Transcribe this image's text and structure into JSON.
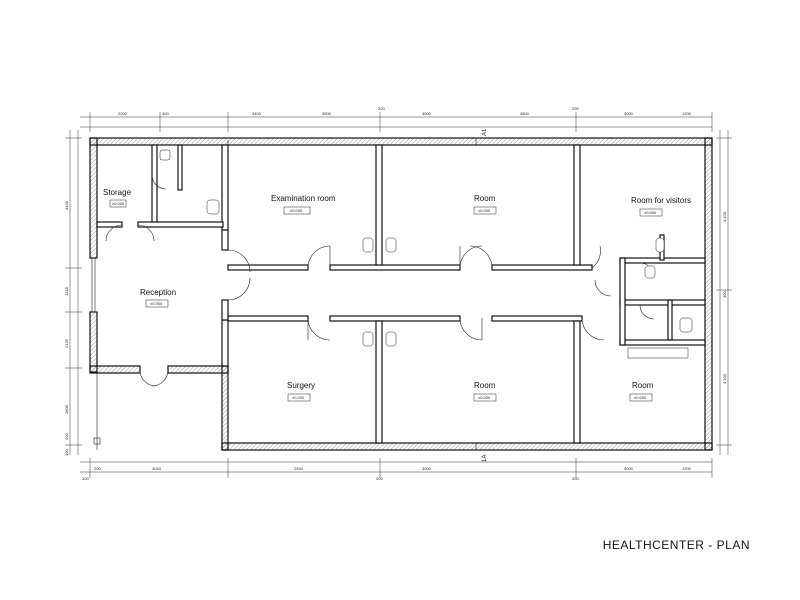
{
  "title": "HEALTHCENTER - PLAN",
  "rooms": [
    {
      "name": "Storage",
      "level": "±0.000"
    },
    {
      "name": "Examination room",
      "level": "±0.000"
    },
    {
      "name": "Room",
      "level": "±0.000"
    },
    {
      "name": "Room for visitors",
      "level": "±0.000"
    },
    {
      "name": "Reception",
      "level": "±0.000"
    },
    {
      "name": "Surgery",
      "level": "±0.000"
    },
    {
      "name": "Room",
      "level": "±0.000"
    },
    {
      "name": "Room",
      "level": "±0.000"
    }
  ],
  "dimensions": {
    "top": [
      "2200",
      "400",
      "3400",
      "3800",
      "200",
      "3000",
      "3800",
      "200",
      "3000",
      "1200"
    ],
    "bottom": [
      "100",
      "200",
      "3054",
      "2944",
      "200",
      "3000",
      "200",
      "3000",
      "1200"
    ],
    "left": [
      "4425",
      "1518",
      "2125",
      "2800",
      "200",
      "100"
    ],
    "right": [
      "4.100",
      "400",
      "4.100"
    ]
  },
  "section_marks": [
    "A1",
    "1A"
  ]
}
